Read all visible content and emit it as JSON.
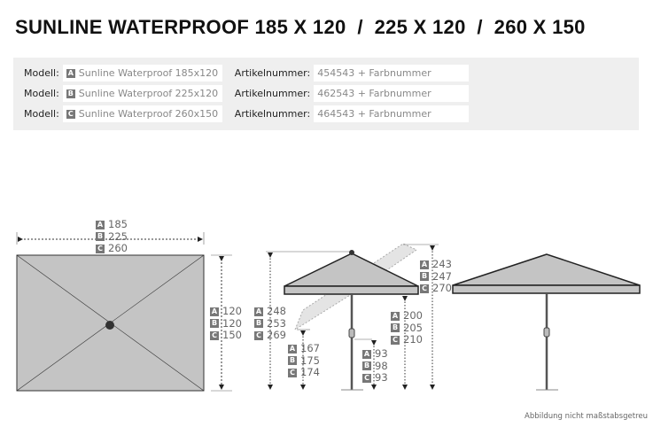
{
  "title": "SUNLINE WATERPROOF 185 X 120  /  225 X 120  /  260 X 150",
  "models": [
    {
      "model_label": "Modell:",
      "badge": "A",
      "name": "Sunline Waterproof 185x120",
      "article_label": "Artikelnummer:",
      "article": "454543 + Farbnummer"
    },
    {
      "model_label": "Modell:",
      "badge": "B",
      "name": "Sunline Waterproof 225x120",
      "article_label": "Artikelnummer:",
      "article": "462543 + Farbnummer"
    },
    {
      "model_label": "Modell:",
      "badge": "C",
      "name": "Sunline Waterproof 260x150",
      "article_label": "Artikelnummer:",
      "article": "464543 + Farbnummer"
    }
  ],
  "dimensions": {
    "width": [
      "185",
      "225",
      "260"
    ],
    "depth": [
      "120",
      "120",
      "150"
    ],
    "height_tilted": [
      "248",
      "253",
      "269"
    ],
    "tilted_clearance": [
      "167",
      "175",
      "174"
    ],
    "crank_height": [
      "93",
      "98",
      "93"
    ],
    "canopy_clearance": [
      "200",
      "205",
      "210"
    ],
    "total_height": [
      "243",
      "247",
      "270"
    ]
  },
  "badges": [
    "A",
    "B",
    "C"
  ],
  "colors": {
    "canopy": "#c4c4c4",
    "badge": "#777777"
  },
  "footnote": "Abbildung nicht maßstabsgetreu"
}
